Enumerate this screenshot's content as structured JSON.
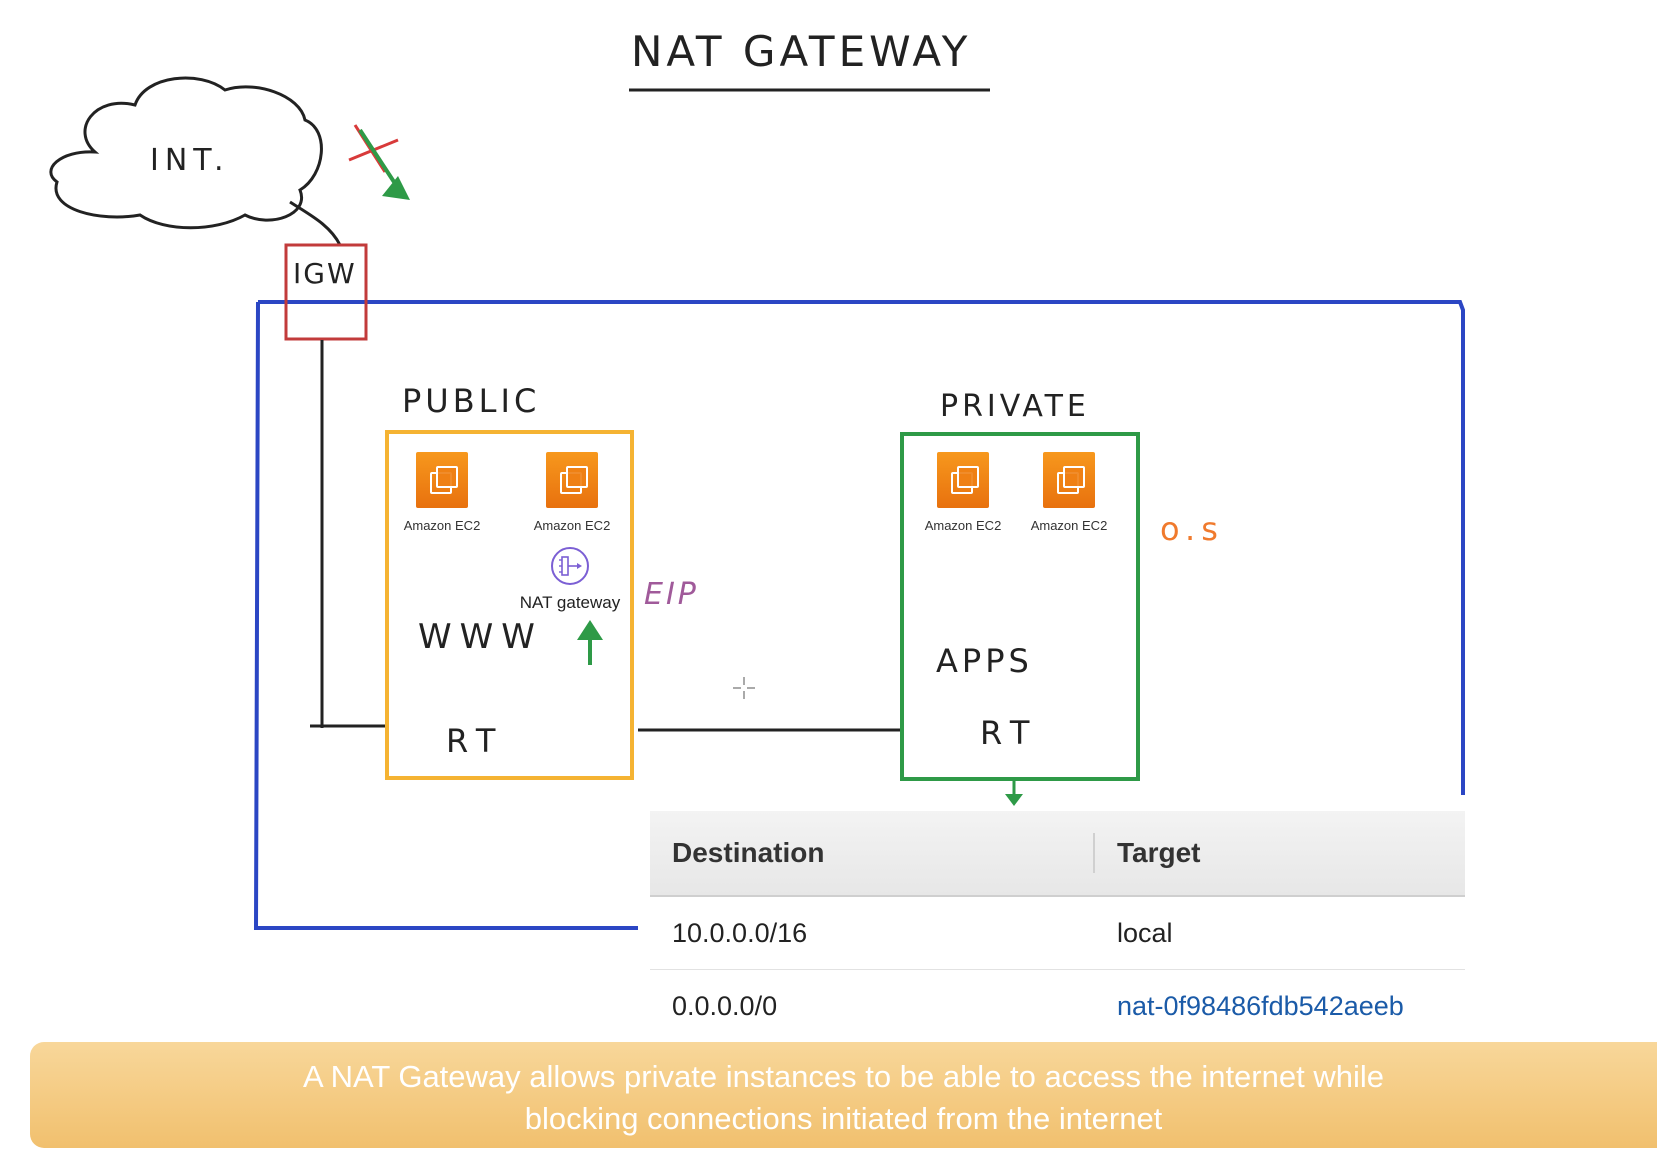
{
  "title": "NAT GATEWAY",
  "internet_label": "INT.",
  "igw_label": "IGW",
  "public_subnet": {
    "label": "PUBLIC",
    "note": "WWW",
    "route_label": "RT",
    "instances": [
      "Amazon EC2",
      "Amazon EC2"
    ],
    "nat_label": "NAT gateway"
  },
  "eip_label": "EIP",
  "private_subnet": {
    "label": "PRIVATE",
    "note": "APPS",
    "route_label": "RT",
    "instances": [
      "Amazon EC2",
      "Amazon EC2"
    ]
  },
  "os_label": "o.s",
  "route_table": {
    "headers": [
      "Destination",
      "Target"
    ],
    "rows": [
      [
        "10.0.0.0/16",
        "local"
      ],
      [
        "0.0.0.0/0",
        "nat-0f98486fdb542aeeb"
      ]
    ]
  },
  "caption_line1": "A NAT Gateway allows private instances to be able to access the internet while",
  "caption_line2": "blocking connections initiated from the internet",
  "colors": {
    "vpc": "#2b46c4",
    "igw": "#c23b3b",
    "public": "#f5b332",
    "private": "#2e9a47",
    "eip": "#a05a9a",
    "os": "#f07a2d",
    "ec2": "#ef7f16",
    "nat_icon": "#7b5fd4"
  }
}
